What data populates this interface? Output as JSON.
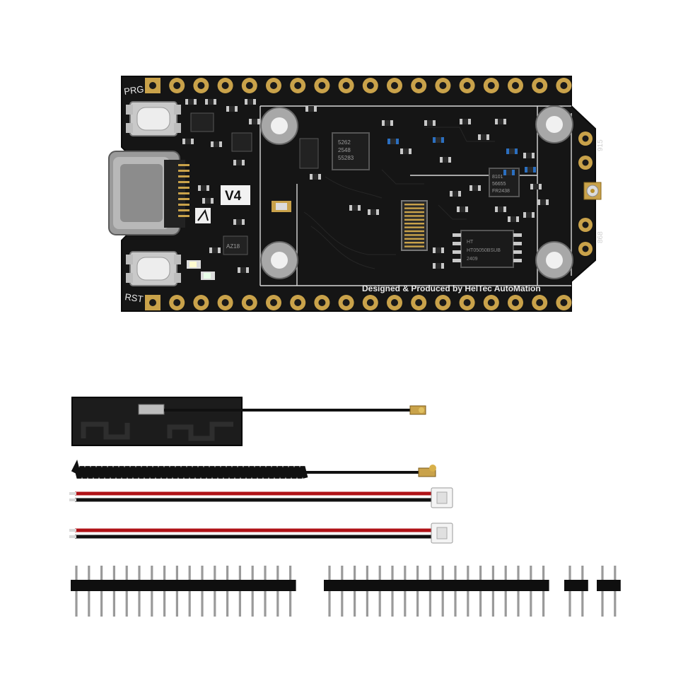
{
  "board": {
    "label_prg": "PRG",
    "label_rst": "RST",
    "version": "V4",
    "credit": "Designed & Produced by HelTec AutoMation",
    "band_915": "915",
    "band_868": "868",
    "chip_main_lines": [
      "5262",
      "2548",
      "55283"
    ],
    "chip_rf_lines": [
      "8101",
      "56655",
      "FR2438"
    ],
    "chip_flash_lines": [
      "HT",
      "HT05050BSUB",
      "2409"
    ],
    "small_chip": "AZ18"
  },
  "colors": {
    "pcb": "#151515",
    "gold_pad": "#c9a24a",
    "silkscreen": "#e6e6e6",
    "wire_red": "#b01217",
    "wire_black": "#111111"
  },
  "accessories": {
    "pin_header_counts": [
      18,
      18,
      2,
      2
    ]
  }
}
